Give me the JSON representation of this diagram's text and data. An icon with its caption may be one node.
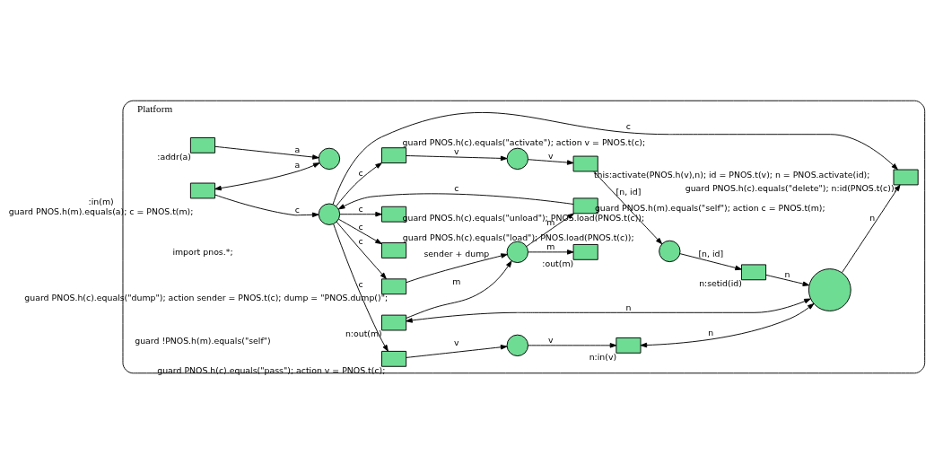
{
  "diagram": {
    "nodes": [
      {
        "text": [
          "Platform"
        ]
      },
      {
        "text": [],
        "shape": "circle",
        "in": 0
      },
      {
        "text": [],
        "shape": "box",
        "in": 0,
        "beside": [
          ":addr(a)"
        ]
      },
      {
        "text": [],
        "shape": "box",
        "in": 0,
        "beside": [
          ":in(m)",
          "guard PNOS.h(m).equals(a); c = PNOS.t(m);"
        ]
      },
      {
        "text": [],
        "shape": "circle",
        "in": 0
      },
      {
        "text": [],
        "shape": "box",
        "in": 0,
        "beside": [
          "guard PNOS.h(c).equals(\"dump\"); action sender = PNOS.t(c); dump = \"PNOS.dump()\";"
        ]
      },
      {
        "text": [],
        "shape": "box",
        "in": 0,
        "beside": [
          "guard PNOS.h(c).equals(\"pass\"); action v = PNOS.t(c);"
        ]
      },
      {
        "text": [],
        "shape": "circle",
        "in": 0
      },
      {
        "text": [],
        "shape": "box",
        "in": 0,
        "beside": [
          "n:in(v)"
        ]
      },
      {
        "text": [],
        "shape": "box",
        "in": 0,
        "beside": [
          "guard PNOS.h(c).equals(\"load\"); PNOS.load(PNOS.t(c));"
        ]
      },
      {
        "text": [],
        "shape": "box",
        "in": 0,
        "beside": [
          "guard PNOS.h(c).equals(\"unload\"); PNOS.load(PNOS.t(c));"
        ]
      },
      {
        "text": [],
        "shape": "box",
        "in": 0,
        "beside": [
          "guard PNOS.h(c).equals(\"delete\"); n:id(PNOS.t(c));"
        ]
      },
      {
        "text": [],
        "shape": "circle",
        "in": 0
      },
      {
        "text": [],
        "shape": "box",
        "in": 0,
        "beside": [
          "n:out(m)"
        ]
      },
      {
        "text": [],
        "shape": "circle",
        "in": 0
      },
      {
        "text": [],
        "shape": "box",
        "in": 0,
        "beside": [
          ":out(m)"
        ]
      },
      {
        "text": [],
        "shape": "box",
        "in": 0,
        "beside": [
          "guard PNOS.h(c).equals(\"activate\"); action v = PNOS.t(c);"
        ]
      },
      {
        "text": [],
        "shape": "circle",
        "in": 0
      },
      {
        "text": [],
        "shape": "box",
        "in": 0,
        "beside": [
          "this:activate(PNOS.h(v),n); id = PNOS.t(v); n = PNOS.activate(id);"
        ]
      },
      {
        "text": [],
        "shape": "circle",
        "in": 0
      },
      {
        "text": [],
        "shape": "box",
        "in": 0,
        "beside": [
          "n:setid(id)"
        ]
      },
      {
        "text": [],
        "shape": "box",
        "in": 0,
        "beside": [
          "guard PNOS.h(m).equals(\"self\"); action c = PNOS.t(m);"
        ]
      }
    ],
    "edges": [
      {
        "from": 2,
        "to": 1,
        "arrow": "to",
        "label": "a"
      },
      {
        "from": 3,
        "to": 1,
        "arrow": "both",
        "label": "a"
      },
      {
        "from": 3,
        "to": 4,
        "arrow": "to",
        "label": "c"
      },
      {
        "from": 4,
        "to": 5,
        "arrow": "to",
        "label": "c"
      },
      {
        "from": 4,
        "to": 6,
        "arrow": "to",
        "label": "c"
      },
      {
        "from": 4,
        "to": 9,
        "arrow": "to",
        "label": "c"
      },
      {
        "from": 4,
        "to": 10,
        "arrow": "to",
        "label": "c"
      },
      {
        "from": 4,
        "to": 11,
        "arrow": "to",
        "label": "c"
      },
      {
        "from": 4,
        "to": 16,
        "arrow": "to",
        "label": "c"
      },
      {
        "from": 6,
        "to": 7,
        "arrow": "to",
        "label": "v"
      },
      {
        "from": 7,
        "to": 8,
        "arrow": "to",
        "label": "v"
      },
      {
        "from": 8,
        "to": 12,
        "arrow": "both",
        "label": "n"
      },
      {
        "from": 12,
        "to": 11,
        "arrow": "to",
        "label": "n"
      },
      {
        "from": 13,
        "to": 12,
        "arrow": "both",
        "label": "n"
      },
      {
        "from": 13,
        "to": 14,
        "arrow": "to",
        "label": "m"
      },
      {
        "from": 5,
        "to": 14,
        "arrow": "to",
        "label": "sender + dump"
      },
      {
        "from": 14,
        "to": 15,
        "arrow": "to",
        "label": "m"
      },
      {
        "from": 14,
        "to": 21,
        "arrow": "to",
        "label": "m"
      },
      {
        "from": 21,
        "to": 4,
        "arrow": "to",
        "label": "c"
      },
      {
        "from": 16,
        "to": 17,
        "arrow": "to",
        "label": "v"
      },
      {
        "from": 17,
        "to": 18,
        "arrow": "to",
        "label": "v"
      },
      {
        "from": 18,
        "to": 19,
        "arrow": "to",
        "label": "[n, id]"
      },
      {
        "from": 19,
        "to": 20,
        "arrow": "to",
        "label": "[n, id]"
      },
      {
        "from": 20,
        "to": 12,
        "arrow": "to",
        "label": "n"
      }
    ],
    "labels": [
      "import pnos.*;",
      "guard !PNOS.h(m).equals(\"self\")"
    ]
  }
}
